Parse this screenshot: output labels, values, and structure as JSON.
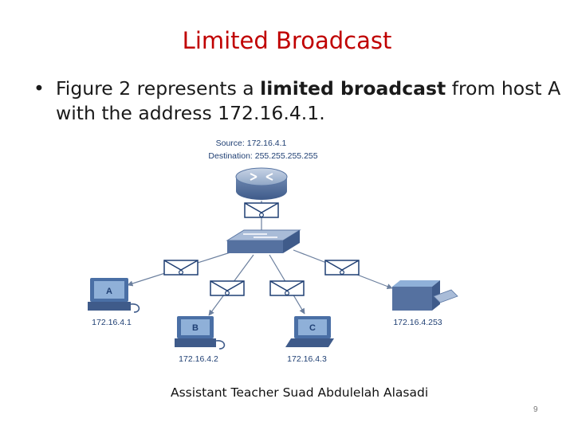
{
  "slide": {
    "title": "Limited Broadcast",
    "bullet": {
      "marker": "•",
      "text_pre": "Figure 2 represents a ",
      "text_bold": "limited broadcast",
      "text_post": " from host A",
      "line2": "with the address 172.16.4.1."
    },
    "footer": "Assistant Teacher  Suad Abdulelah Alasadi",
    "page_number": "9"
  },
  "diagram": {
    "source_label": "Source: 172.16.4.1",
    "destination_label": "Destination: 255.255.255.255",
    "hosts": {
      "a": {
        "letter": "A",
        "address": "172.16.4.1"
      },
      "b": {
        "letter": "B",
        "address": "172.16.4.2"
      },
      "c": {
        "letter": "C",
        "address": "172.16.4.3"
      },
      "printer": {
        "address": "172.16.4.253"
      }
    },
    "colors": {
      "title": "#c00000",
      "device": "#4a6fa5",
      "device_light": "#8fb0d8",
      "envelope": "#1f3f73",
      "label": "#1f3f73"
    }
  }
}
